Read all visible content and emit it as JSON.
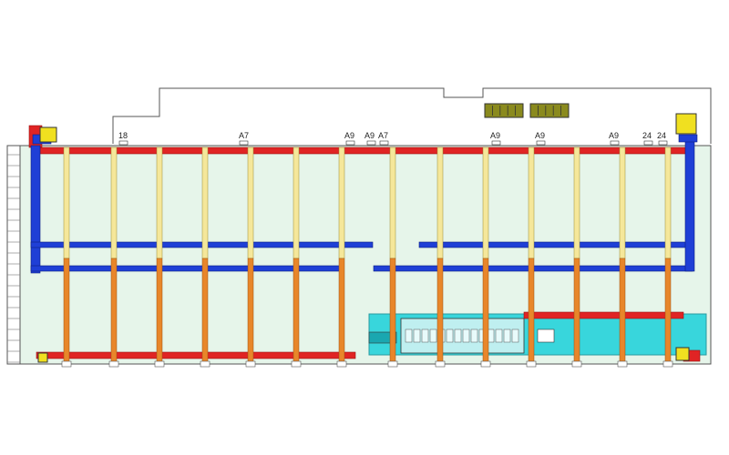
{
  "labels": [
    {
      "id": "18",
      "text": "18"
    },
    {
      "id": "a7a",
      "text": "A7"
    },
    {
      "id": "a9a",
      "text": "A9"
    },
    {
      "id": "a9b",
      "text": "A9"
    },
    {
      "id": "a7b",
      "text": "A7"
    },
    {
      "id": "a9c",
      "text": "A9"
    },
    {
      "id": "a9d",
      "text": "A9"
    },
    {
      "id": "a9e",
      "text": "A9"
    },
    {
      "id": "24a",
      "text": "24"
    },
    {
      "id": "24b",
      "text": "24"
    }
  ],
  "colors": {
    "floor": "#e6f5ea",
    "column_upper": "#f5e79a",
    "column_lower": "#e8862a",
    "red_duct": "#e02424",
    "blue_duct": "#1f3fd6",
    "cyan_zone": "#38d6dc",
    "equipment": "#8a8a1e",
    "outline": "#555555"
  },
  "icons": [
    "stair-icon",
    "equipment-unit-icon"
  ]
}
